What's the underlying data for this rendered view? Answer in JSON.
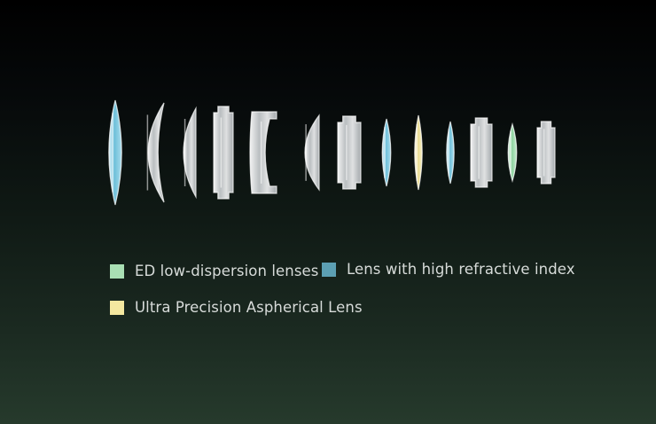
{
  "lenses": [
    {
      "kind": "convex",
      "tint": "blue"
    },
    {
      "kind": "meniscus",
      "tint": "clear"
    },
    {
      "kind": "plano-convex",
      "tint": "clear"
    },
    {
      "kind": "flanged",
      "tint": "clear"
    },
    {
      "kind": "flanged-concave",
      "tint": "clear"
    },
    {
      "kind": "plano-convex",
      "tint": "clear"
    },
    {
      "kind": "flanged",
      "tint": "clear"
    },
    {
      "kind": "convex",
      "tint": "blue"
    },
    {
      "kind": "convex",
      "tint": "yellow"
    },
    {
      "kind": "convex",
      "tint": "blue"
    },
    {
      "kind": "flanged",
      "tint": "clear"
    },
    {
      "kind": "convex",
      "tint": "green"
    },
    {
      "kind": "flanged",
      "tint": "clear"
    }
  ],
  "colors": {
    "ed_low_dispersion": "#a9dfb4",
    "high_refractive_index": "#5c9fb3",
    "ultra_precision_aspherical": "#f4e8a0",
    "clear_glass": "#eef0f2"
  },
  "legend": {
    "ed_label": "ED low-dispersion lenses",
    "hri_label": "Lens with high refractive index",
    "upa_label": "Ultra Precision Aspherical Lens"
  }
}
